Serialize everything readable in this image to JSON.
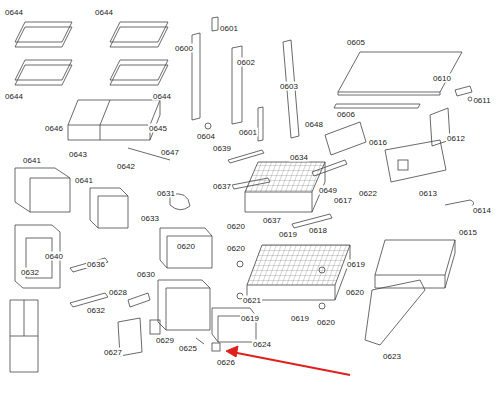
{
  "diagram": {
    "labels": [
      "0644",
      "0644",
      "0644",
      "0644",
      "0646",
      "0645",
      "0643",
      "0642",
      "0647",
      "0641",
      "0641",
      "0640",
      "0632",
      "0636",
      "0632",
      "0600",
      "0601",
      "0602",
      "0603",
      "0604",
      "0601",
      "0639",
      "0634",
      "0637",
      "0631",
      "0633",
      "0620",
      "0637",
      "0618",
      "0619",
      "0620",
      "0630",
      "0620",
      "0628",
      "0621",
      "0619",
      "0619",
      "0620",
      "0619",
      "0620",
      "0629",
      "0627",
      "0625",
      "0626",
      "0624",
      "0648",
      "0649",
      "0617",
      "0622",
      "0605",
      "0606",
      "0610",
      "0611",
      "0612",
      "0616",
      "0613",
      "0614",
      "0615",
      "0623"
    ]
  }
}
